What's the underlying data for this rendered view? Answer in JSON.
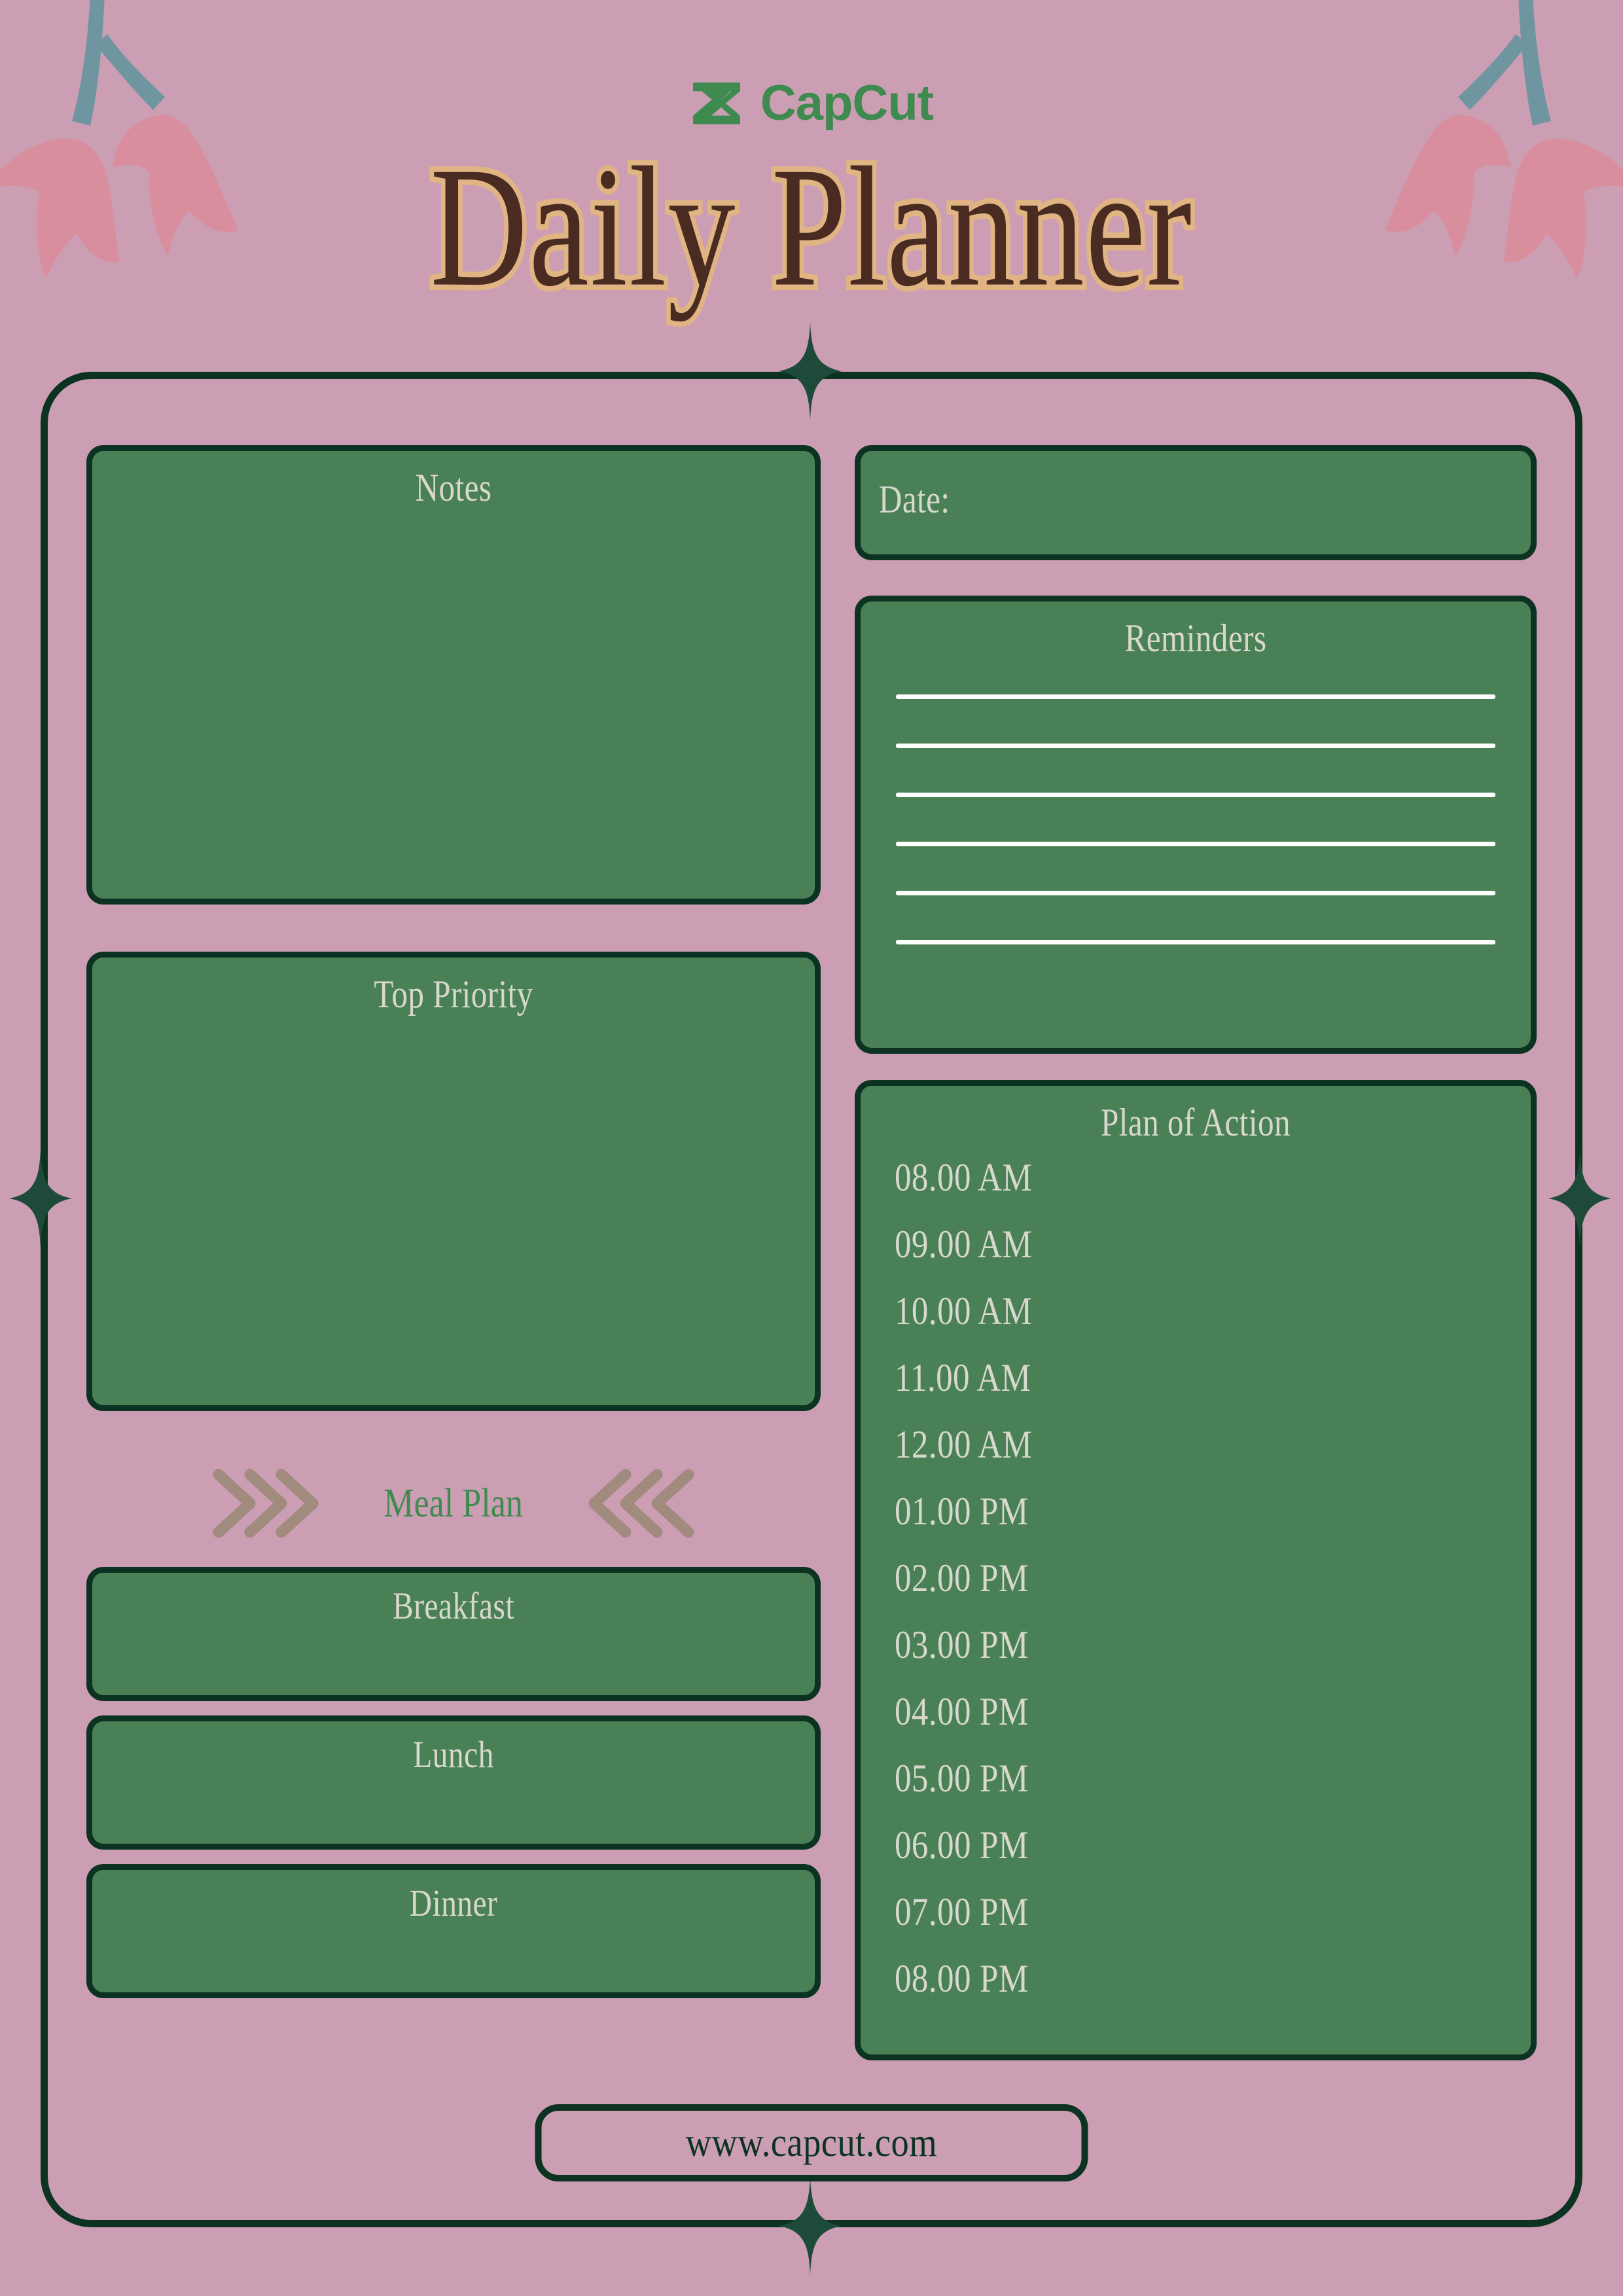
{
  "brand": {
    "logo_icon": "capcut-hourglass-logo",
    "name": "CapCut",
    "accent_green": "#3e8a4f"
  },
  "header": {
    "title": "Daily Planner",
    "title_fill": "#4a2b22",
    "title_outline": "#e0b483"
  },
  "decorations": {
    "flower_left_icon": "tulip-flowers-icon",
    "flower_right_icon": "tulip-flowers-icon",
    "sparkle_icon": "four-point-star-icon",
    "flower_petal_color": "#d98e9d",
    "flower_stem_color": "#6f95a0",
    "chevron_color": "#a18a7e"
  },
  "theme": {
    "background": "#cc9eb4",
    "card_fill": "#4a8055",
    "card_border": "#0c3322",
    "card_text": "#d8d8cd",
    "rule_line": "#ffffff"
  },
  "left_column": {
    "notes_label": "Notes",
    "priority_label": "Top Priority",
    "meal_plan": {
      "heading": "Meal Plan",
      "chevron_left_icon": "chevrons-right-icon",
      "chevron_right_icon": "chevrons-left-icon",
      "meals": [
        "Breakfast",
        "Lunch",
        "Dinner"
      ]
    }
  },
  "right_column": {
    "date_label": "Date:",
    "reminders_label": "Reminders",
    "reminders_line_count": 6,
    "plan_of_action_label": "Plan of Action",
    "plan_of_action_times": [
      "08.00 AM",
      "09.00 AM",
      "10.00 AM",
      "11.00 AM",
      "12.00 AM",
      "01.00 PM",
      "02.00 PM",
      "03.00 PM",
      "04.00 PM",
      "05.00 PM",
      "06.00 PM",
      "07.00 PM",
      "08.00 PM"
    ]
  },
  "footer": {
    "url": "www.capcut.com"
  }
}
